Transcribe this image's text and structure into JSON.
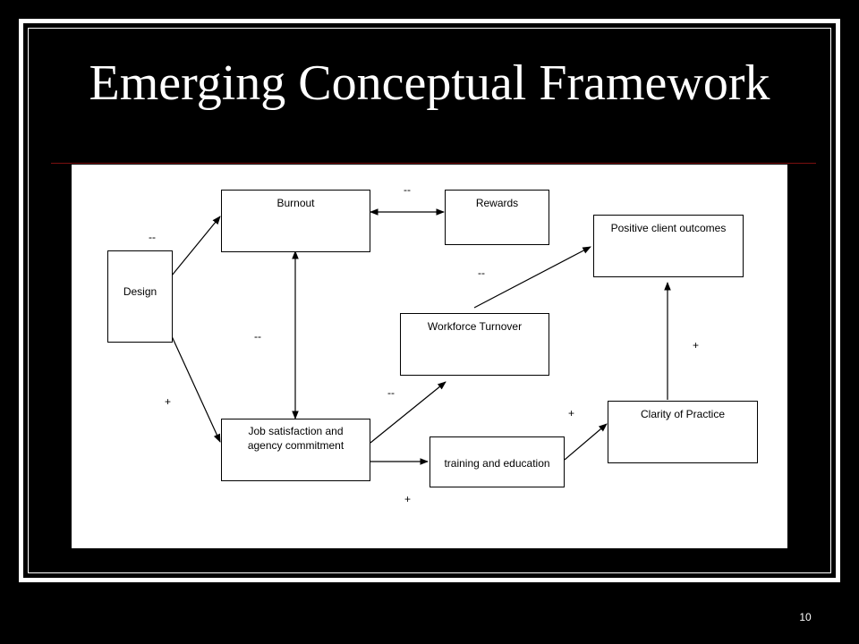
{
  "slide": {
    "title": "Emerging Conceptual Framework",
    "page_number": "10"
  },
  "diagram": {
    "nodes": {
      "design": "Design",
      "burnout": "Burnout",
      "rewards": "Rewards",
      "positive_outcomes": "Positive client outcomes",
      "workforce_turnover": "Workforce Turnover",
      "job_satisfaction": "Job satisfaction and agency commitment",
      "training": "training and education",
      "clarity": "Clarity of Practice"
    },
    "signs": {
      "burnout_rewards": "--",
      "design_burnout": "--",
      "turnover_outcomes": "--",
      "burnout_jobsat": "--",
      "design_jobsat": "+",
      "jobsat_turnover": "--",
      "training_clarity": "+",
      "clarity_outcomes": "+",
      "jobsat_training": "+"
    }
  }
}
